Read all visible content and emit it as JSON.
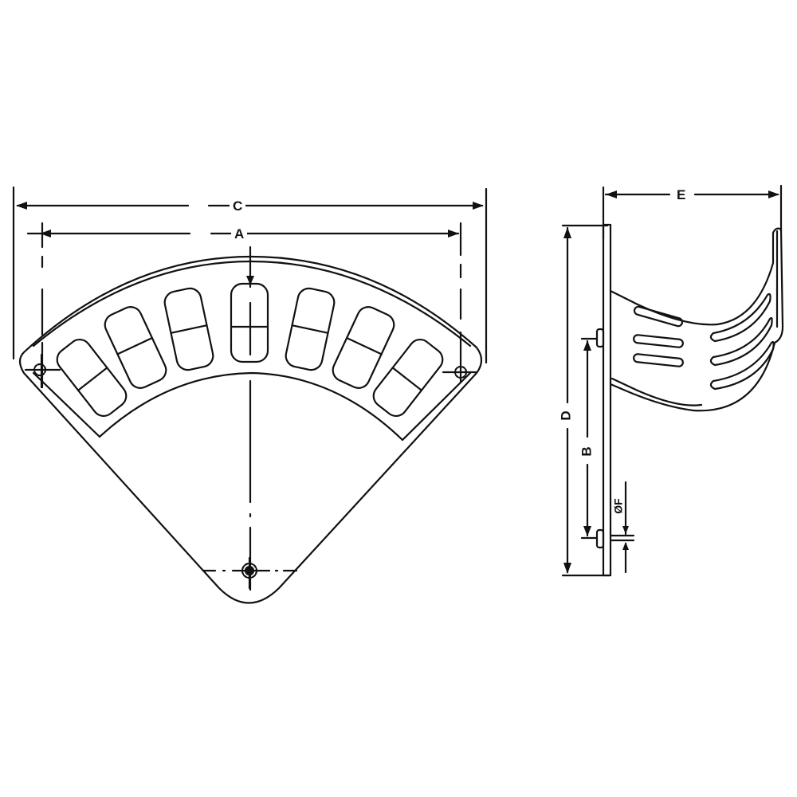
{
  "drawing": {
    "type": "technical drawing - wall-mounted hose hanger bracket",
    "views": [
      "front-view",
      "side-view"
    ],
    "line_color": "#111111",
    "background": "#ffffff"
  },
  "dimensions": {
    "C": "C",
    "A": "A",
    "E": "E",
    "D": "D",
    "B": "B",
    "F": "ØF"
  },
  "front_view": {
    "slot_count": 7,
    "mounting_holes": 3
  },
  "side_view": {
    "left_slots": 3,
    "right_slots": 3
  }
}
